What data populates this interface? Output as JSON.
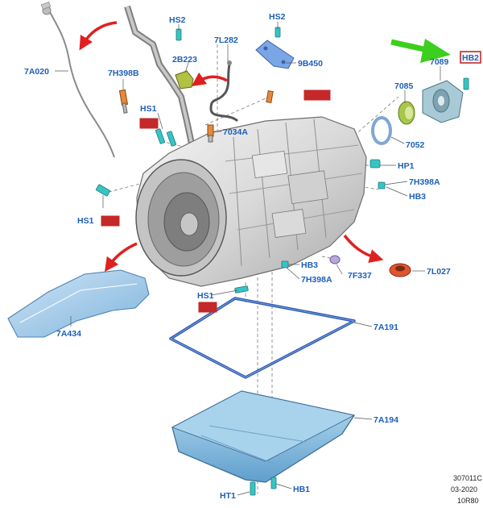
{
  "parts": {
    "hs2_top": "HS2",
    "hs2_mid": "HS2",
    "part_7l282": "7L282",
    "part_2b223": "2B223",
    "part_9b450": "9B450",
    "part_7a020": "7A020",
    "part_7h398b": "7H398B",
    "hs1_upper": "HS1",
    "part_7034a": "7034A",
    "part_7089": "7089",
    "hb2_highlight": "HB2",
    "part_7085": "7085",
    "part_7052": "7052",
    "hp1": "HP1",
    "part_7h398a_right": "7H398A",
    "hb3_right": "HB3",
    "hs1_left": "HS1",
    "hb3_low": "HB3",
    "part_7h398a_low": "7H398A",
    "part_7f337": "7F337",
    "part_7l027": "7L027",
    "hs1_low": "HS1",
    "part_7a191": "7A191",
    "part_7a434": "7A434",
    "part_7a194": "7A194",
    "ht1": "HT1",
    "hb1": "HB1"
  },
  "footer": {
    "code": "307011C",
    "date": "03-2020",
    "model": "10R80"
  },
  "colors": {
    "label_blue": "#1d5fb8",
    "highlight_red": "#c42828",
    "arrow_red": "#e02020",
    "arrow_green": "#3ccf1e",
    "fastener_teal": "#38c4c4",
    "gasket_blue": "#2a55b0",
    "pan_blue": "#8fc4e4"
  },
  "icons": {
    "direction_arrows": "red-curved-arrow",
    "attention_arrow": "green-arrow-right"
  }
}
